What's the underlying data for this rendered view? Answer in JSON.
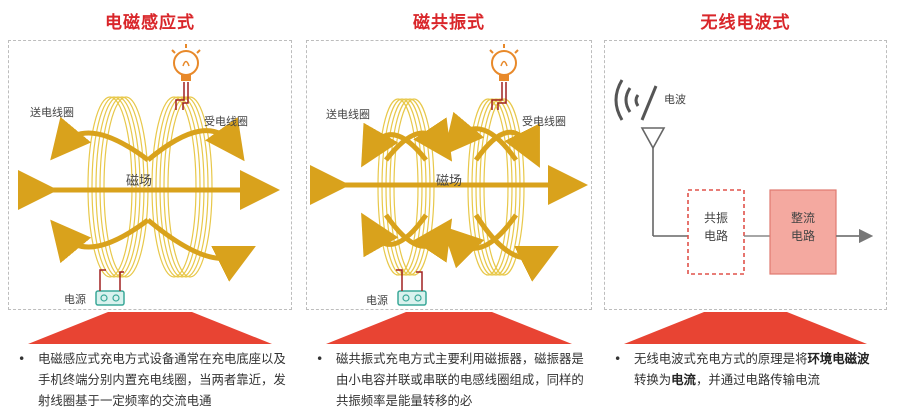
{
  "panels": [
    {
      "title": "电磁感应式",
      "labels": {
        "send_coil": "送电线圈",
        "recv_coil": "受电线圈",
        "field": "磁场",
        "source": "电源"
      },
      "desc": "电磁感应式充电方式设备通常在充电底座以及手机终端分别内置充电线圈，当两者靠近，发射线圈基于一定频率的交流电通"
    },
    {
      "title": "磁共振式",
      "labels": {
        "send_coil": "送电线圈",
        "recv_coil": "受电线圈",
        "field": "磁场",
        "source": "电源"
      },
      "desc": "磁共振式充电方式主要利用磁振器，磁振器是由小电容并联或串联的电感线圈组成，同样的共振频率是能量转移的必"
    },
    {
      "title": "无线电波式",
      "labels": {
        "wave": "电波",
        "resonance": "共振电路",
        "rectifier": "整流电路"
      },
      "desc_parts": [
        "无线电波式充电方式的原理是将",
        "环境电磁波",
        "转换为",
        "电流",
        "，并通过电路传输电流"
      ]
    }
  ],
  "bullet": "•",
  "colors": {
    "title_red": "#d9262a",
    "coil": "#e8c84a",
    "arrow": "#d9a21c",
    "wire": "#a02020",
    "box_fill": "#f4a9a0",
    "dashed_red": "#e0524a"
  }
}
